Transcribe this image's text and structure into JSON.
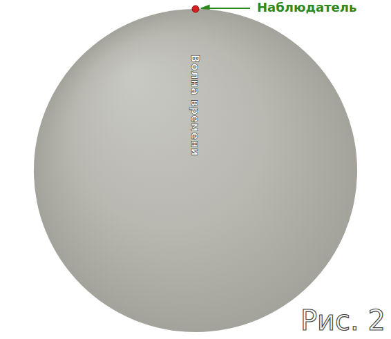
{
  "diagram": {
    "caption": "Рис. 2",
    "nodes": [
      {
        "text": [
          "Волна времени"
        ]
      }
    ],
    "labels": [
      "Наблюдатель"
    ]
  }
}
